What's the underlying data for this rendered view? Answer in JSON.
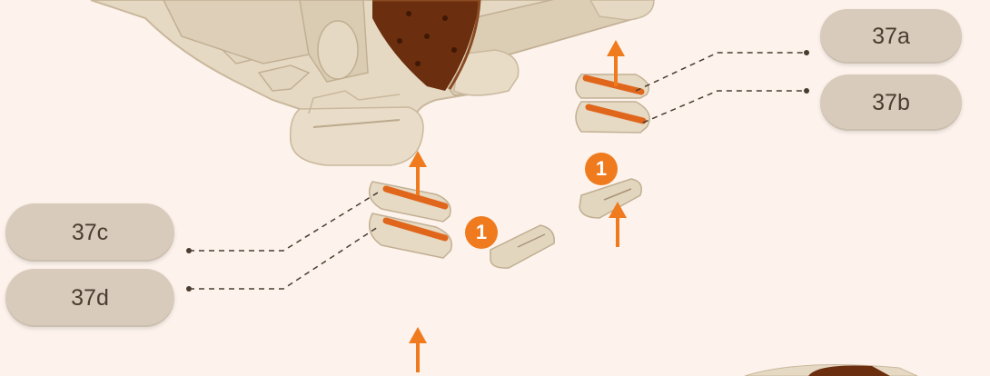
{
  "labels": {
    "a": "37a",
    "b": "37b",
    "c": "37c",
    "d": "37d"
  },
  "steps": {
    "right": "1",
    "left": "1"
  },
  "colors": {
    "background": "#fdf3ec",
    "wood": "#e6d9c3",
    "wood_edge": "#c9b89d",
    "stripe": "#e0661c",
    "arrow": "#f07a1e",
    "dark_wood": "#6b2e0e",
    "pill": "#d8cbbb",
    "label_text": "#4a3c30"
  }
}
